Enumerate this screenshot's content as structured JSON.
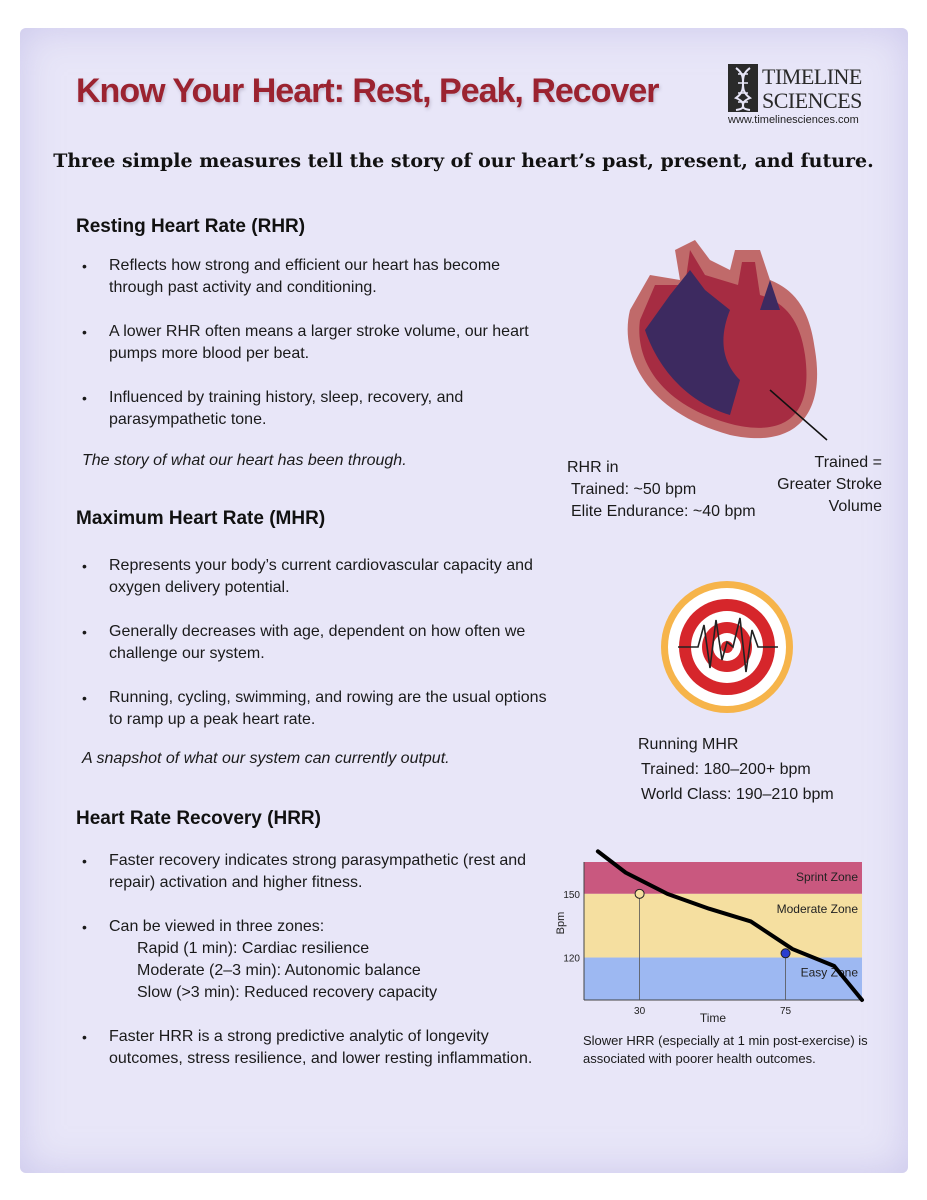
{
  "title": "Know Your Heart: Rest, Peak, Recover",
  "logo": {
    "line1": "TIMELINE",
    "line2": "SCIENCES",
    "url": "www.timelinesciences.com"
  },
  "subtitle": "Three simple measures tell the story of our heart’s past, present, and future.",
  "rhr": {
    "heading": "Resting Heart Rate (RHR)",
    "bullets": [
      "Reflects how strong and efficient our heart has become through past activity and conditioning.",
      "A lower RHR often means a larger stroke volume, our heart pumps more blood per beat.",
      "Influenced by training history, sleep, recovery, and parasympathetic tone."
    ],
    "tagline": "The story of what our heart has been through.",
    "caption": [
      "RHR in",
      "Trained: ~50 bpm",
      "Elite Endurance: ~40 bpm"
    ],
    "callout": [
      "Trained =",
      "Greater Stroke",
      "Volume"
    ]
  },
  "mhr": {
    "heading": "Maximum Heart Rate (MHR)",
    "bullets": [
      "Represents your body’s current cardiovascular capacity and oxygen delivery potential.",
      "Generally decreases with age, dependent on how often we challenge our system.",
      "Running, cycling, swimming, and rowing are the usual options to ramp up a peak heart rate."
    ],
    "tagline": "A snapshot of what our system can currently output.",
    "caption": [
      "Running MHR",
      "Trained: 180–200+ bpm",
      "World Class: 190–210 bpm"
    ]
  },
  "hrr": {
    "heading": "Heart Rate Recovery (HRR)",
    "bullet1": "Faster recovery indicates strong parasympathetic (rest and repair) activation and higher fitness.",
    "bullet2_intro": "Can be viewed in three zones:",
    "zones": [
      "Rapid (1 min): Cardiac resilience",
      "Moderate (2–3 min): Autonomic balance",
      "Slow (>3 min): Reduced recovery capacity"
    ],
    "bullet3": "Faster HRR is a strong predictive analytic of longevity outcomes, stress resilience, and lower resting inflammation.",
    "chart_caption": "Slower HRR (especially at 1 min post-exercise) is associated with poorer health outcomes."
  },
  "chart_data": {
    "type": "line",
    "xlabel": "Time",
    "ylabel": "Bpm",
    "xticks": [
      30,
      75
    ],
    "yticks": [
      150,
      120
    ],
    "xlim": [
      0,
      200
    ],
    "ylim": [
      100,
      165
    ],
    "zones": [
      {
        "name": "Sprint Zone",
        "from": 150,
        "to": 165,
        "color": "#c9587f"
      },
      {
        "name": "Moderate Zone",
        "from": 120,
        "to": 150,
        "color": "#f5dfa0"
      },
      {
        "name": "Easy Zone",
        "from": 100,
        "to": 120,
        "color": "#9db8f2"
      }
    ],
    "x": [
      10,
      30,
      60,
      90,
      120,
      150,
      180,
      200
    ],
    "y": [
      170,
      160,
      150,
      143,
      137,
      124,
      116,
      100
    ],
    "markers": [
      {
        "x": 40,
        "y": 150,
        "color": "#f5dfa0"
      },
      {
        "x": 145,
        "y": 122,
        "color": "#2a3fd0"
      }
    ]
  }
}
